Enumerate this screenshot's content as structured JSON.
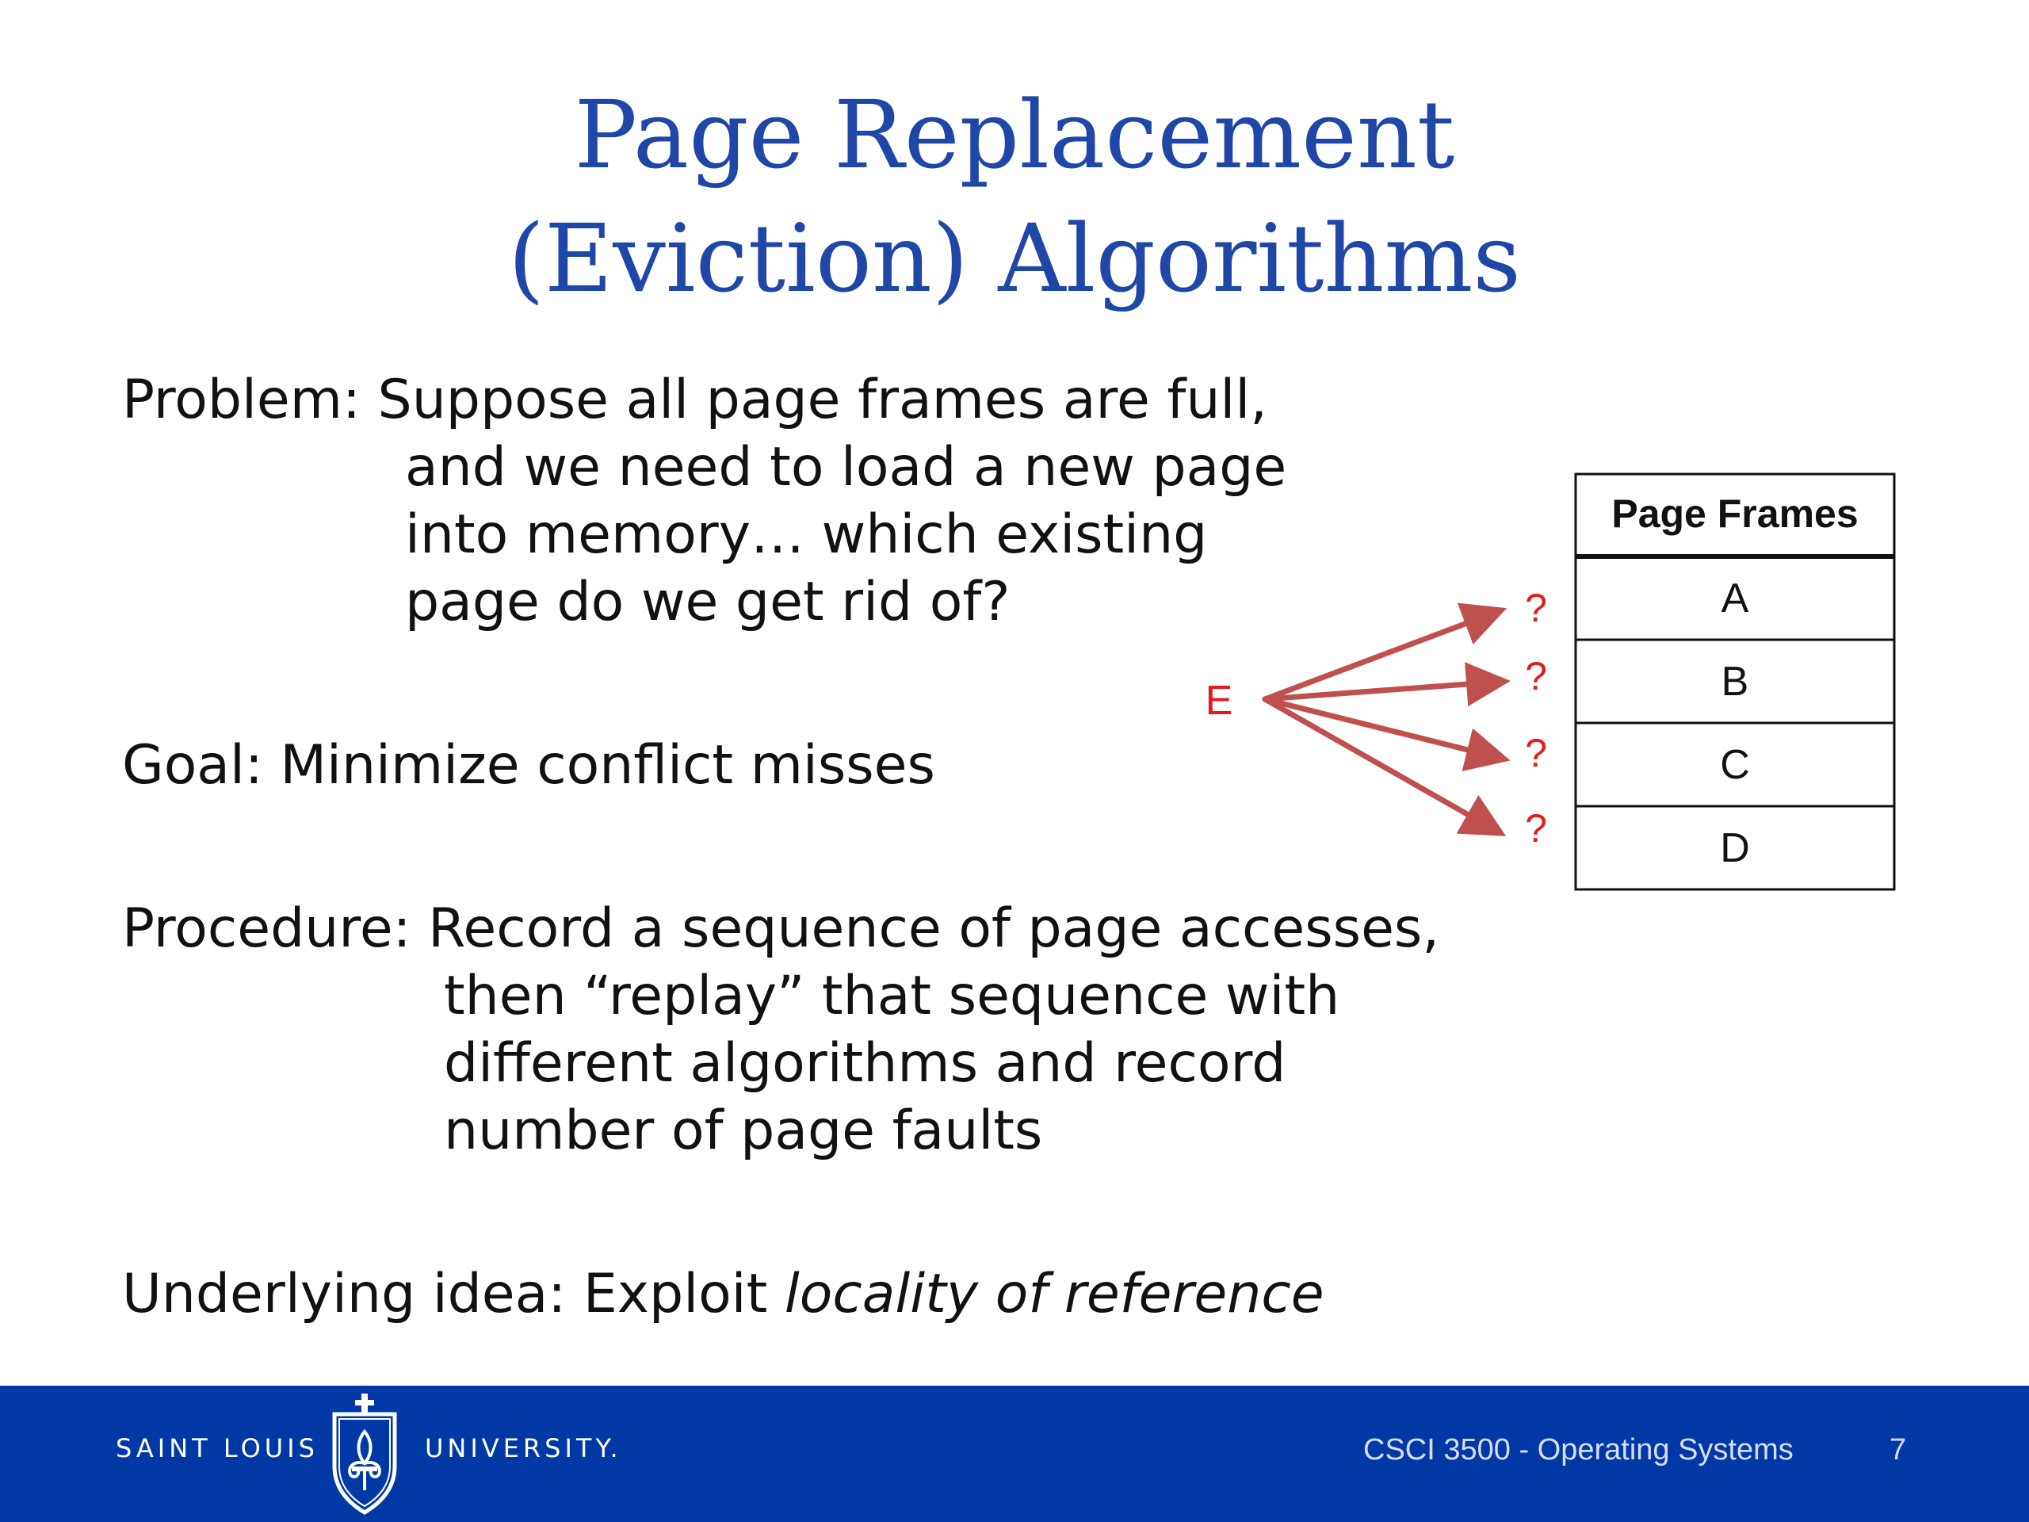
{
  "title": {
    "line1": "Page Replacement",
    "line2": "(Eviction) Algorithms"
  },
  "problem": {
    "lines": [
      "Problem: Suppose all page frames are full,",
      "and we need to load a new page",
      "into memory… which existing",
      "page do we get rid of?"
    ]
  },
  "goal": {
    "text": "Goal: Minimize conflict misses"
  },
  "procedure": {
    "lines": [
      "Procedure: Record a sequence of page accesses,",
      "then “replay” that sequence with",
      "different algorithms and record",
      "number of page faults"
    ]
  },
  "underlying": {
    "prefix": "Underlying idea: Exploit ",
    "emphasis": "locality of reference"
  },
  "diagram": {
    "header": "Page Frames",
    "frames": [
      "A",
      "B",
      "C",
      "D"
    ],
    "incoming": "E",
    "question": "?",
    "arrow_color": "#c0504d",
    "label_color": "#e31b1b"
  },
  "footer": {
    "brand_left": "SAINT LOUIS",
    "brand_right": "UNIVERSITY.",
    "course": "CSCI 3500 - Operating Systems",
    "page_number": "7",
    "bar_color": "#0039a6"
  }
}
